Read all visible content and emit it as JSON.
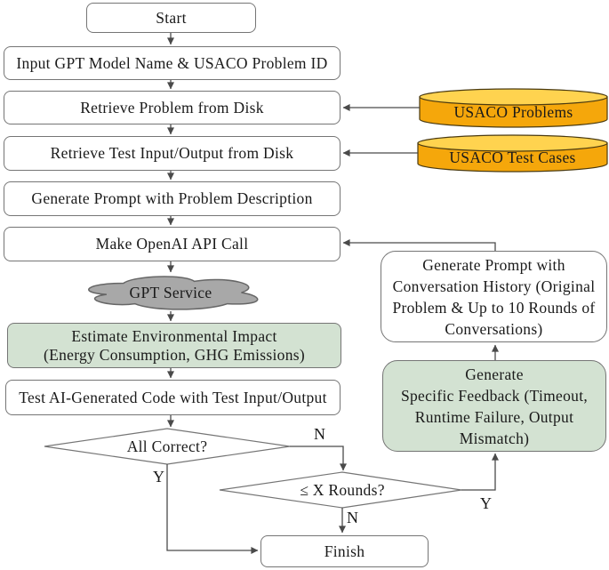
{
  "nodes": {
    "start": {
      "label": "Start"
    },
    "input_model": {
      "label": "Input GPT Model Name & USACO Problem ID"
    },
    "retrieve_problem": {
      "label": "Retrieve Problem from Disk"
    },
    "retrieve_test": {
      "label": "Retrieve Test Input/Output from Disk"
    },
    "generate_prompt": {
      "label": "Generate Prompt with Problem Description"
    },
    "api_call": {
      "label": "Make OpenAI API Call"
    },
    "gpt_service": {
      "label": "GPT Service"
    },
    "estimate_impact": {
      "line1": "Estimate Environmental Impact",
      "line2": "(Energy Consumption, GHG Emissions)"
    },
    "test_code": {
      "label": "Test AI-Generated Code with Test Input/Output"
    },
    "all_correct": {
      "label": "All Correct?"
    },
    "x_rounds": {
      "label": "≤ X Rounds?"
    },
    "finish": {
      "label": "Finish"
    },
    "conversation_prompt": {
      "line1": "Generate Prompt with",
      "line2": "Conversation History (Original",
      "line3": "Problem & Up to 10 Rounds of",
      "line4": "Conversations)"
    },
    "specific_feedback": {
      "line1": "Generate",
      "line2": "Specific Feedback (Timeout,",
      "line3": "Runtime Failure, Output",
      "line4": "Mismatch)"
    }
  },
  "databases": {
    "problems": {
      "label": "USACO Problems"
    },
    "test_cases": {
      "label": "USACO Test Cases"
    }
  },
  "branch_labels": {
    "all_correct_no": "N",
    "all_correct_yes": "Y",
    "rounds_no": "N",
    "rounds_yes": "Y"
  },
  "colors": {
    "process_fill": "#ffffff",
    "highlight_fill": "#d3e2d2",
    "database_fill": "#f5a70b",
    "database_top_fill": "#ffd34f",
    "cloud_fill": "#a8a8a8",
    "line": "#4a4a4a",
    "border": "#757575",
    "text": "#1a1a1a"
  }
}
